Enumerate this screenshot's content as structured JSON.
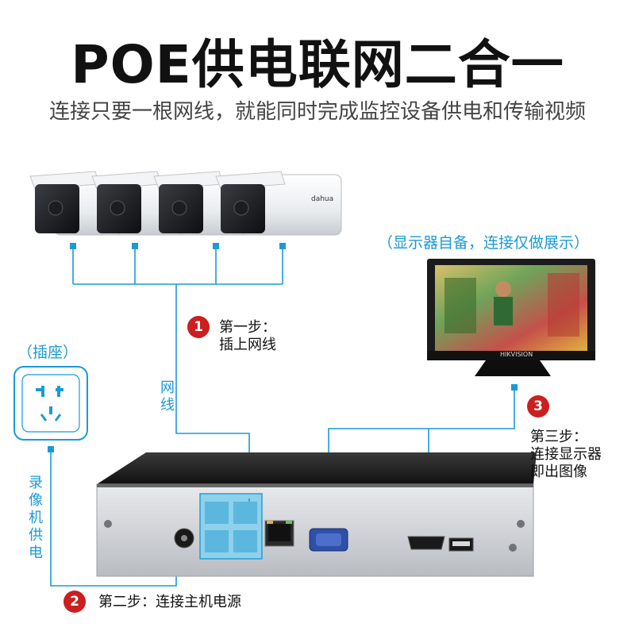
{
  "header": {
    "title": "POE供电联网二合一",
    "subtitle": "连接只要一根网线，就能同时完成监控设备供电和传输视频"
  },
  "monitor": {
    "note": "（显示器自备，连接仅做展示）",
    "brand": "HIKVISION"
  },
  "socket": {
    "label": "（插座）"
  },
  "camera": {
    "brand": "dahua"
  },
  "labels": {
    "cable": "网线",
    "nvr_power": "录像机供电"
  },
  "steps": [
    {
      "number": "1",
      "line1": "第一步：",
      "line2": "插上网线",
      "line3": ""
    },
    {
      "number": "2",
      "line1": "第二步：连接主机电源",
      "line2": "",
      "line3": ""
    },
    {
      "number": "3",
      "line1": "第三步：",
      "line2": "连接显示器",
      "line3": "即出图像"
    }
  ],
  "colors": {
    "accent": "#1a9ad6",
    "badge": "#cc1f1f",
    "title": "#111111",
    "nvr_body": "#cfd2d6",
    "nvr_top": "#222222"
  }
}
